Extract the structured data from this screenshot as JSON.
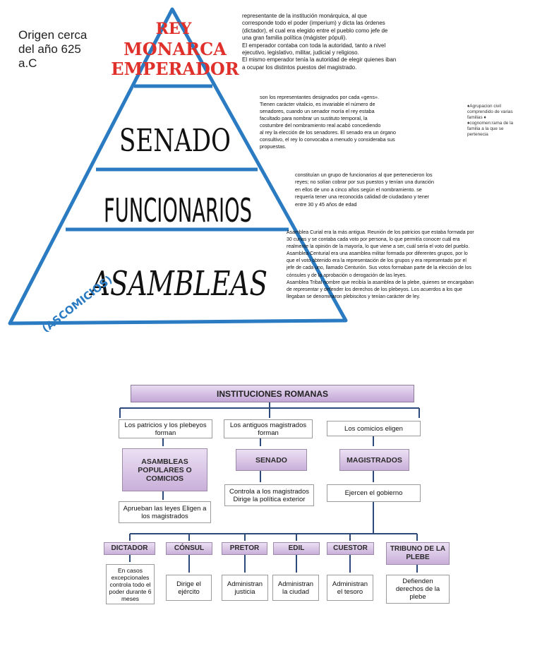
{
  "origin": {
    "line1": "Origen cerca",
    "line2": "del año 625",
    "line3": "a.C"
  },
  "pyramid": {
    "rey": {
      "words": [
        "REY",
        "MONARCA",
        "EMPERADOR"
      ],
      "color": "#e0302b"
    },
    "senado": "SENADO",
    "funcionarios": "FUNCIONARIOS",
    "asambleas": "ASAMBLEAS",
    "ascomicios": "(ASCOMICIOS)",
    "line_color": "#2a7bc2"
  },
  "descriptions": {
    "rey": [
      "representante de la institución monárquica, al que",
      "corresponde todo el poder (imperium) y dicta las órdenes",
      "(dictador), el cual era elegido entre el pueblo como jefe de",
      "una gran familia política (mágister pópuli).",
      "El emperador contaba con toda la autoridad, tanto a nivel",
      "ejecutivo, legislativo, militar, judicial y religioso.",
      "El mismo emperador tenía la autoridad de elegir quienes iban",
      "a ocupar los distintos puestos del magistrado."
    ],
    "senado": [
      "son los representantes designados por cada «gens».",
      "Tienen carácter vitalicio, es invariable el número de",
      "senadores, cuando un senador moría el rey estaba",
      "facultado para nombrar un sustituto temporal, la",
      "costumbre del nombramiento real acabó concediendo",
      "al rey la elección de los senadores. El senado era un órgano",
      "consultivo, el rey lo convocaba a menudo y consideraba sus",
      "propuestas."
    ],
    "note": [
      "♦Agrupacion civil",
      "comprendido de varias",
      "familias ♦",
      "♦cognomen:rama de la",
      "familia a la que se",
      "pertenecia"
    ],
    "funcionarios": [
      "constituían un grupo de funcionarios al que pertenecieron los",
      "reyes; no solían cobrar por sus puestos y tenían una duración",
      "en ellos de uno a cinco años según el nombramiento. se",
      "requería tener una reconocida calidad de ciudadano y tener",
      "entre 30 y 45 años de edad"
    ],
    "asambleas": [
      "Asamblea Curial era la más antigua. Reunión de los patricios que estaba formada por",
      "30 curias y se contaba cada voto por persona, lo que permitía conocer cuál era",
      "realmente la opinión de la mayoría, lo que viene a ser, cuál sería el voto del pueblo.",
      "Asamblea Centurial era una asamblea militar formada por diferentes grupos, por lo",
      "que el voto obtenido era la representación de los grupos y era representado por el",
      "jefe de cada uno, llamado Centurión. Sus votos formaban parte de la elección de los",
      "cónsules y de la aprobación o derogación de las leyes.",
      "Asamblea Tribal nombre que recibía la asamblea de la plebe, quienes se encargaban",
      "de representar y defender los derechos de los plebeyos. Los acuerdos a los que",
      "llegaban se denominaron plebiscitos y tenían carácter de ley."
    ]
  },
  "org": {
    "title": "INSTITUCIONES ROMANAS",
    "branch1": {
      "intro": "Los patricios y los plebeyos forman",
      "name": "ASAMBLEAS POPULARES O COMICIOS",
      "desc": "Aprueban las leyes Eligen a los magistrados"
    },
    "branch2": {
      "intro": "Los antiguos magistrados forman",
      "name": "SENADO",
      "desc": "Controla a los magistrados Dirige la política exterior"
    },
    "branch3": {
      "intro": "Los comicios eligen",
      "name": "MAGISTRADOS",
      "desc": "Ejercen el gobierno"
    },
    "magistrates": [
      {
        "name": "DICTADOR",
        "desc": "En casos excepcionales controla todo el poder durante 6 meses"
      },
      {
        "name": "CÓNSUL",
        "desc": "Dirige el ejército"
      },
      {
        "name": "PRETOR",
        "desc": "Administran justicia"
      },
      {
        "name": "EDIL",
        "desc": "Administran la ciudad"
      },
      {
        "name": "CUESTOR",
        "desc": "Administran el tesoro"
      },
      {
        "name": "TRIBUNO DE LA PLEBE",
        "desc": "Defienden derechos de la plebe"
      }
    ],
    "line_color": "#2e4a7a"
  }
}
